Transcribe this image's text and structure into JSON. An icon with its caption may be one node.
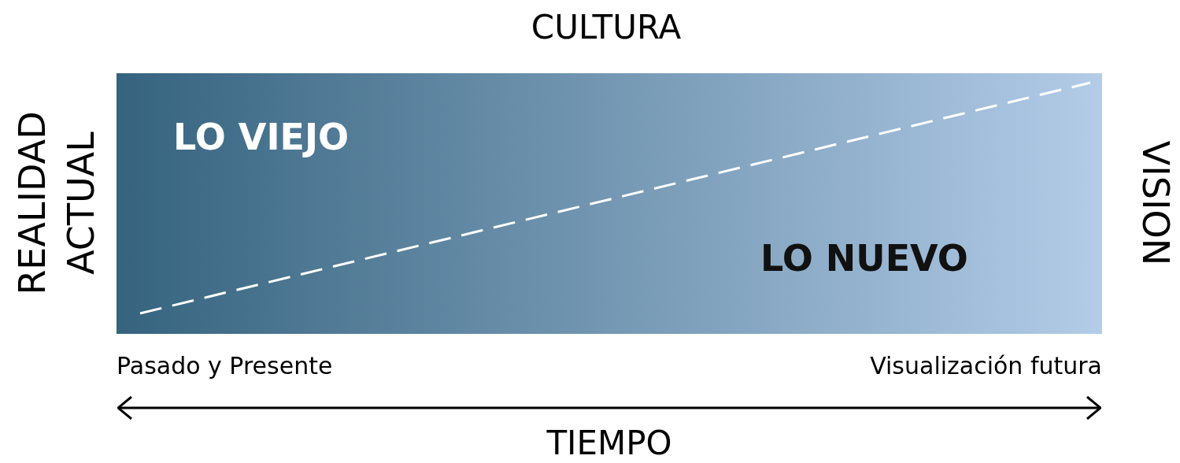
{
  "diagram": {
    "title": "CULTURA",
    "nodes": [
      {
        "text": [
          "LO VIEJO",
          "LO NUEVO"
        ]
      }
    ],
    "labels": [
      "REALIDAD ACTUAL",
      "VISION",
      "Pasado y Presente",
      "Visualización futura",
      "TIEMPO"
    ]
  }
}
